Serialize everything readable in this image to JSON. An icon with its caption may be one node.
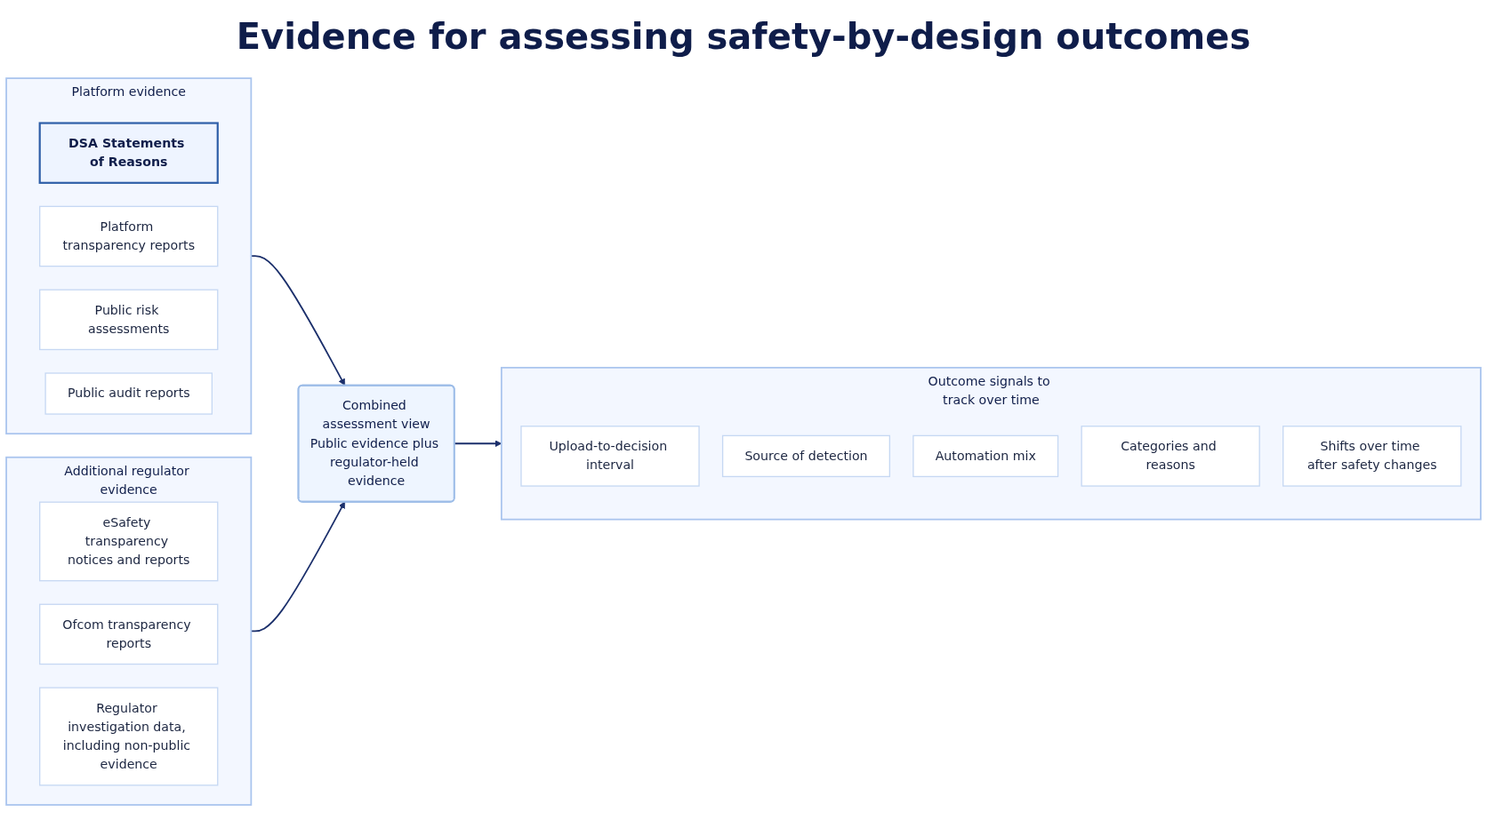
{
  "diagram": {
    "title": "Evidence for assessing safety-by-design outcomes",
    "nodes": [
      {
        "text": [
          "Platform evidence"
        ]
      },
      {
        "text": [
          "DSA Statements of Reasons"
        ],
        "in": 0
      },
      {
        "text": [
          "Platform transparency reports"
        ],
        "in": 0
      },
      {
        "text": [
          "Public risk assessments"
        ],
        "in": 0
      },
      {
        "text": [
          "Public audit reports"
        ],
        "in": 0
      },
      {
        "text": [
          "Additional regulator evidence"
        ]
      },
      {
        "text": [
          "eSafety transparency notices and reports"
        ],
        "in": 5
      },
      {
        "text": [
          "Ofcom transparency reports"
        ],
        "in": 5
      },
      {
        "text": [
          "Regulator investigation data, including non-public evidence"
        ],
        "in": 5
      },
      {
        "text": [
          "Combined assessment view",
          "Public evidence plus regulator-held evidence"
        ]
      },
      {
        "text": [
          "Outcome signals to track over time"
        ]
      },
      {
        "text": [
          "Upload-to-decision interval"
        ],
        "in": 10
      },
      {
        "text": [
          "Source of detection"
        ],
        "in": 10
      },
      {
        "text": [
          "Automation mix"
        ],
        "in": 10
      },
      {
        "text": [
          "Categories and reasons"
        ],
        "in": 10
      },
      {
        "text": [
          "Shifts over time after safety changes"
        ],
        "in": 10
      }
    ],
    "edges": [
      {
        "from": 0,
        "to": 9,
        "arrow": "to"
      },
      {
        "from": 5,
        "to": 9,
        "arrow": "to"
      },
      {
        "from": 9,
        "to": 10,
        "arrow": "to"
      }
    ]
  }
}
